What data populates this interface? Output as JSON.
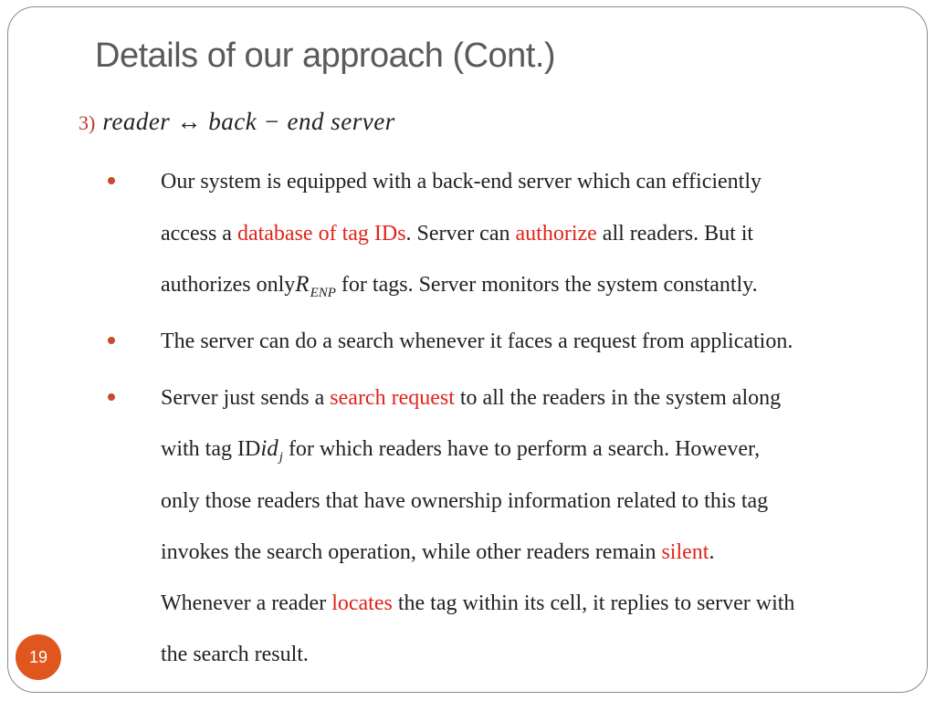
{
  "slide": {
    "title": "Details of our approach (Cont.)",
    "page_number": "19",
    "subheading": {
      "number": "3)",
      "formula": "reader  ↔ back − end server"
    },
    "bullets": [
      {
        "lines": [
          [
            "Our system is equipped with a back-end server which can efficiently"
          ],
          [
            "access a ",
            "database of tag IDs",
            ". Server can ",
            "authorize",
            " all readers. But it"
          ],
          [
            "authorizes only",
            "R",
            "ENP",
            " for tags. Server monitors the system constantly."
          ]
        ]
      },
      {
        "lines": [
          [
            "The server can do a search whenever it faces a request from application."
          ]
        ]
      },
      {
        "lines": [
          [
            "Server just sends a ",
            "search request",
            " to all the readers in the system along"
          ],
          [
            "with tag ID",
            "id",
            "j",
            " for which readers have to perform a search. However,"
          ],
          [
            "only those readers that have ownership information related to this tag"
          ],
          [
            "invokes the search operation, while other readers remain ",
            "silent",
            "."
          ],
          [
            "Whenever a reader ",
            "locates",
            " the tag within its cell, it replies to server with"
          ],
          [
            "the search result."
          ]
        ]
      }
    ]
  },
  "colors": {
    "accent": "#e0241b",
    "bullet": "#c84a2a",
    "badge": "#e0561f",
    "title": "#5a5a5a"
  }
}
